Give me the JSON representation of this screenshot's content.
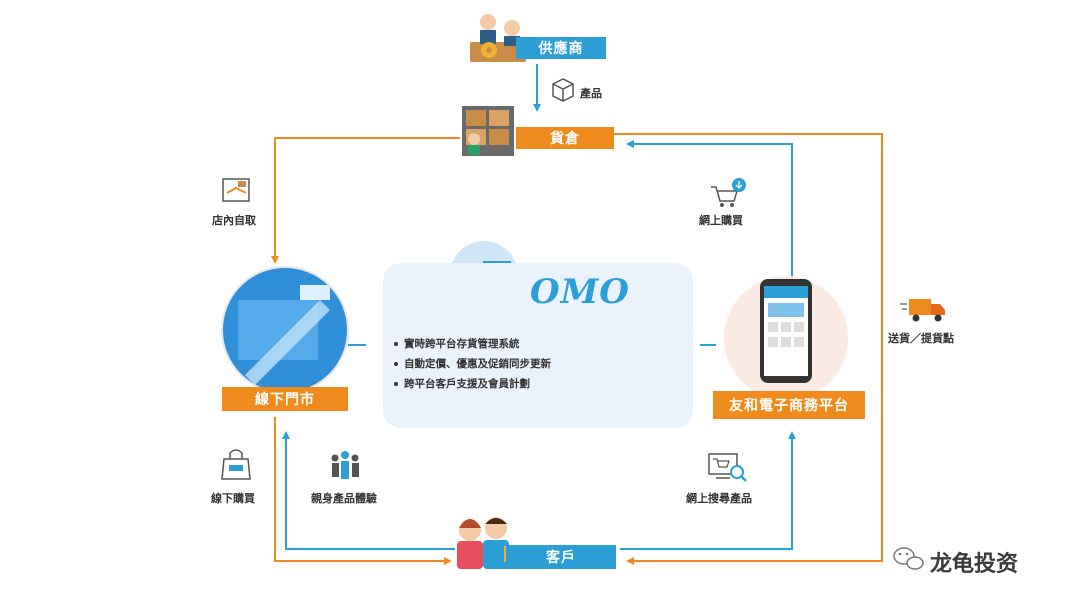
{
  "nodes": {
    "supplier": "供應商",
    "warehouse": "貨倉",
    "offline_store": "線下門市",
    "ecommerce": "友和電子商務平台",
    "customer": "客戶"
  },
  "flows": {
    "product": "產品",
    "store_pickup": "店內自取",
    "online_purchase": "網上購買",
    "delivery": "送貨／提貨點",
    "offline_purchase": "線下購買",
    "hands_on": "親身產品體驗",
    "online_search": "網上搜尋產品"
  },
  "omo": {
    "title": "OMO",
    "features": [
      "實時跨平台存貨管理系統",
      "自動定價、優惠及促銷同步更新",
      "跨平台客戶支援及會員計劃"
    ]
  },
  "watermark": "龙龟投资",
  "colors": {
    "blue": "#2b9fd6",
    "orange": "#ef8a1c",
    "panel": "#eaf3fb"
  }
}
